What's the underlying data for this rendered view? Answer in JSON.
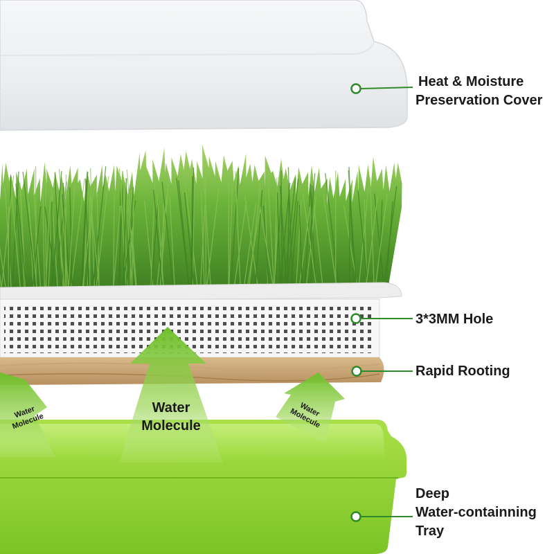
{
  "labels": {
    "cover": [
      "Heat & Moisture",
      "Preservation Cover"
    ],
    "hole": "3*3MM Hole",
    "rooting": "Rapid Rooting",
    "tray": [
      "Deep",
      "Water-containning",
      "Tray"
    ]
  },
  "arrows": {
    "center": [
      "Water",
      "Molecule"
    ],
    "left": [
      "Water",
      "Molecule"
    ],
    "right": [
      "Water",
      "Molecule"
    ]
  },
  "colors": {
    "accent_green": "#2f8a2a",
    "tray_green": "#8fd12c",
    "grass_green": "#5ea634"
  }
}
